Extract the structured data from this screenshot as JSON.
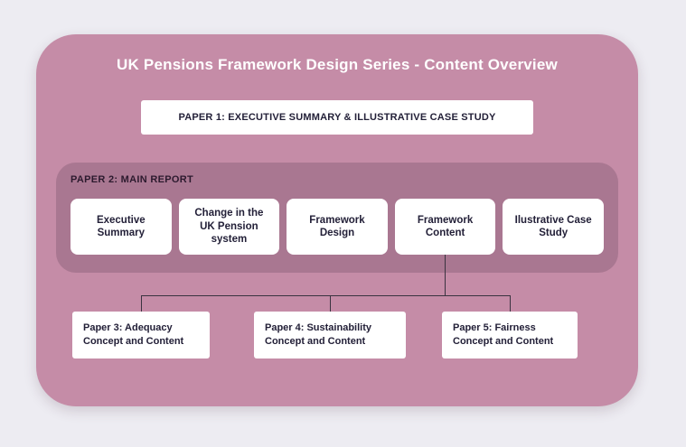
{
  "title": "UK Pensions Framework Design Series - Content Overview",
  "paper1": {
    "label": "PAPER 1: EXECUTIVE SUMMARY & ILLUSTRATIVE CASE STUDY"
  },
  "paper2": {
    "label": "PAPER 2: MAIN REPORT",
    "boxes": [
      {
        "label": "Executive Summary"
      },
      {
        "label": "Change in the UK Pension system"
      },
      {
        "label": "Framework Design"
      },
      {
        "label": "Framework Content"
      },
      {
        "label": "Ilustrative Case Study"
      }
    ]
  },
  "papers": [
    {
      "label": "Paper 3: Adequacy Concept and Content"
    },
    {
      "label": "Paper 4: Sustainability Concept and Content"
    },
    {
      "label": "Paper 5: Fairness Concept and Content"
    }
  ],
  "colors": {
    "page_background": "#edecf2",
    "main_panel": "#c58ca7",
    "inner_panel": "#a97791",
    "box": "#ffffff",
    "text_dark": "#232038",
    "title_text": "#ffffff",
    "connector_line": "#3a3340"
  }
}
